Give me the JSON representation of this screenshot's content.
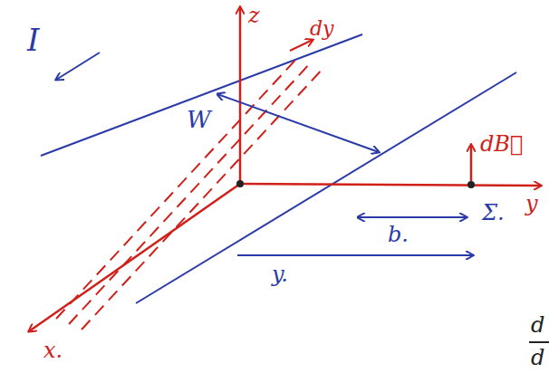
{
  "diagram": {
    "labels": [
      "z",
      "I",
      "W",
      "dy",
      "dB⃗",
      "y",
      "b.",
      "Σ.",
      "y.",
      "x.",
      "d",
      "d"
    ]
  }
}
